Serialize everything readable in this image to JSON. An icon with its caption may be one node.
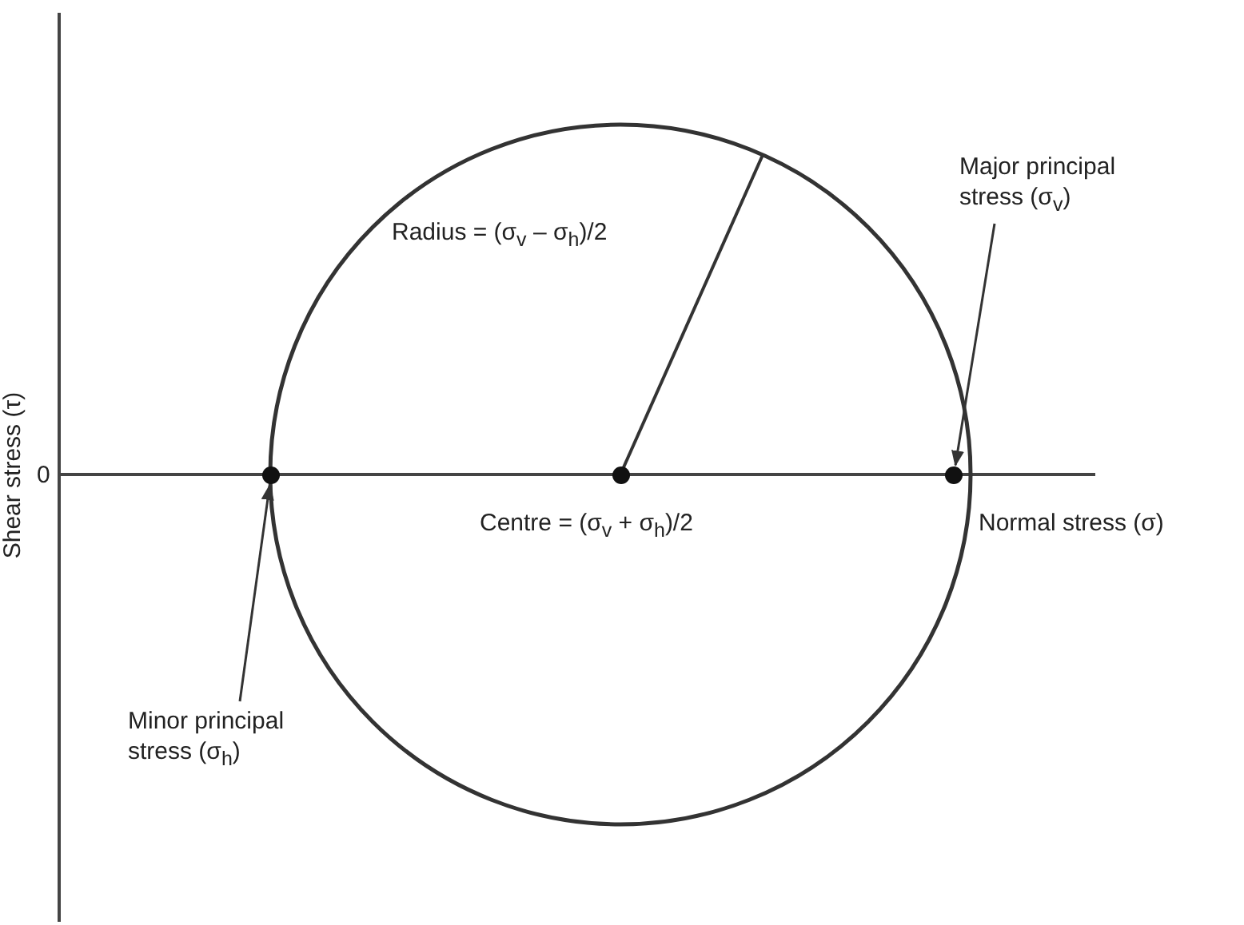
{
  "diagram": {
    "nodes": [
      {
        "text": [
          "Major principal stress (σ$_{v}$)"
        ]
      },
      {
        "text": [
          "Minor principal stress (σ$_{h}$)"
        ]
      },
      {
        "text": [],
        "shape": "circle"
      },
      {
        "text": [],
        "shape": "circle"
      },
      {
        "text": [],
        "shape": "circle"
      }
    ],
    "edges": [
      {
        "from": 0,
        "to": 4,
        "arrow": "to"
      },
      {
        "from": 1,
        "to": 2,
        "arrow": "to"
      }
    ],
    "labels": [
      "0",
      "Shear stress (τ)",
      "Radius = (σ$_{v}$ – σ$_{h}$)/2",
      "Centre = (σ$_{v}$ + σ$_{h}$)/2",
      "Normal stress (σ)"
    ]
  }
}
